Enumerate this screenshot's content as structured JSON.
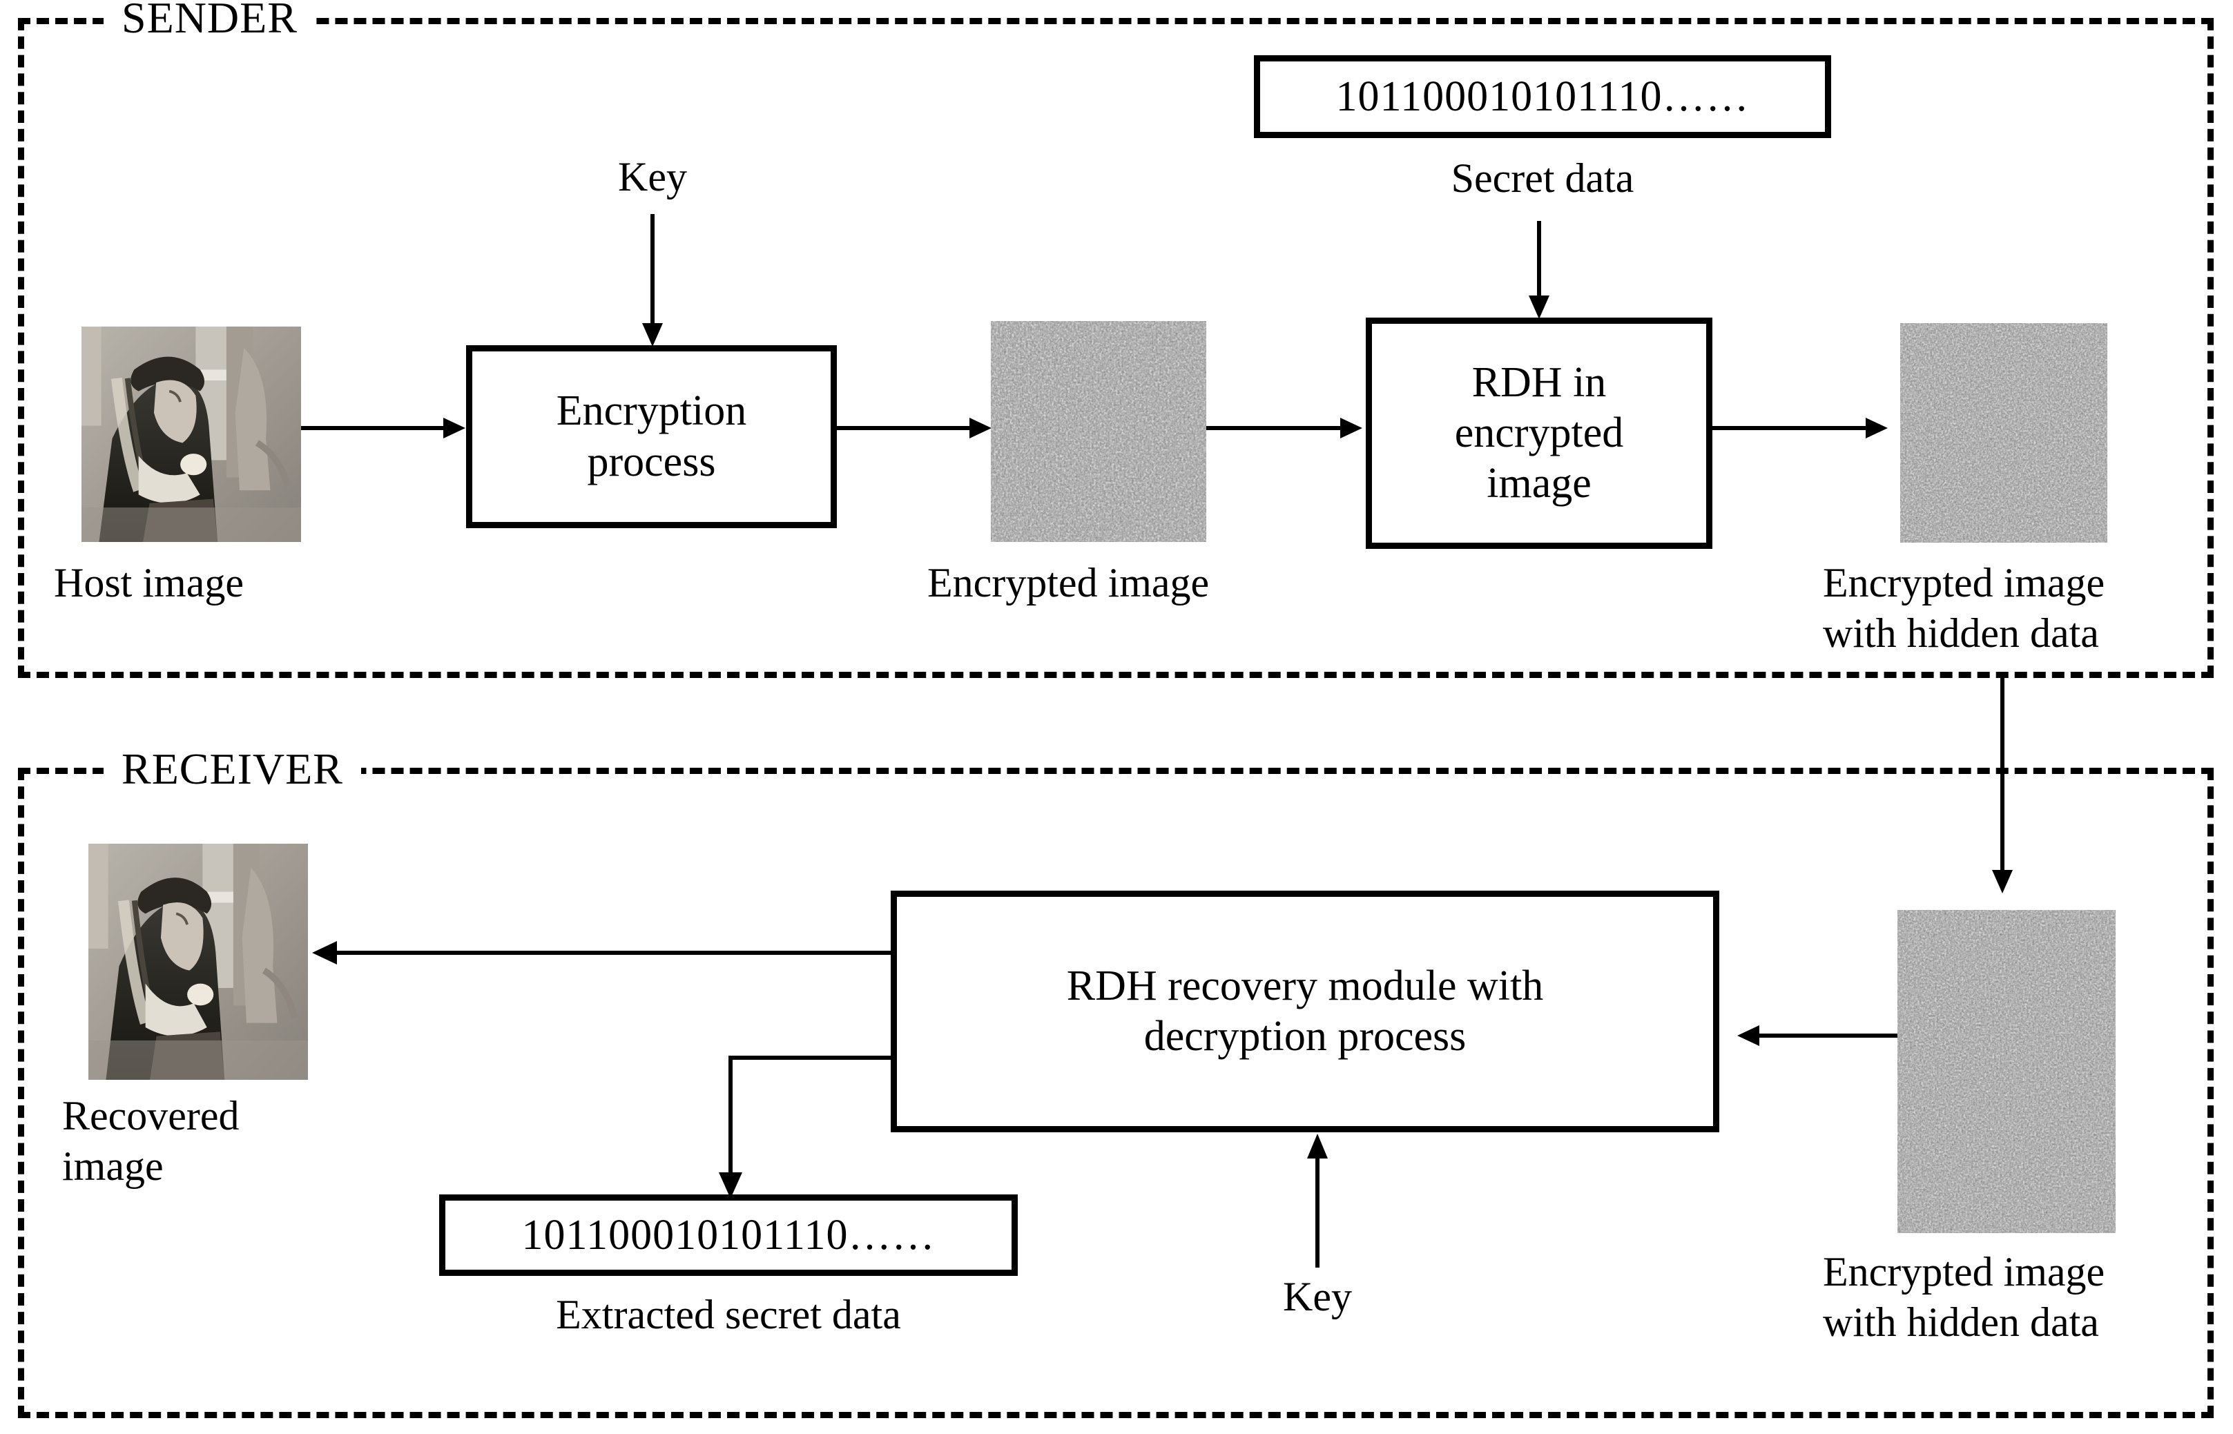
{
  "diagram": {
    "title_sender": "SENDER",
    "title_receiver": "RECEIVER"
  },
  "sender": {
    "host_image_caption": "Host image",
    "key_label": "Key",
    "encryption_box": "Encryption\nprocess",
    "encrypted_image_caption": "Encrypted image",
    "secret_data_bits": "101100010101110……",
    "secret_data_caption": "Secret data",
    "rdh_box": "RDH in\nencrypted\nimage",
    "stego_image_caption": "Encrypted image\nwith hidden data"
  },
  "receiver": {
    "recovered_image_caption": "Recovered\n  image",
    "rdh_recovery_box": "RDH recovery module with\ndecryption process",
    "key_label": "Key",
    "extracted_data_bits": "101100010101110……",
    "extracted_data_caption": "Extracted secret data",
    "stego_image_caption": "Encrypted image\nwith hidden data"
  },
  "colors": {
    "stroke": "#000000",
    "background": "#ffffff"
  },
  "icons": {
    "host_image": "photo-pirate-thumbnail",
    "encrypted_image": "noise-thumbnail",
    "stego_image": "noise-thumbnail",
    "recovered_image": "photo-pirate-thumbnail"
  }
}
